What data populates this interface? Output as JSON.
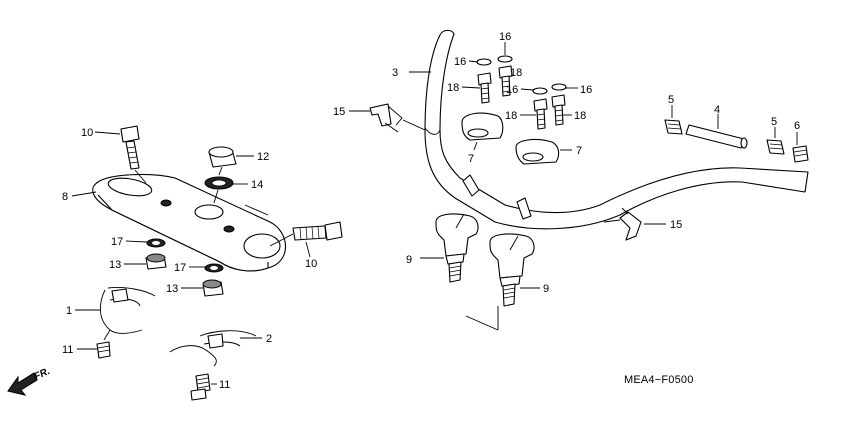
{
  "diagram": {
    "code": "MEA4−F0500",
    "direction_label": "FR.",
    "callouts": {
      "p1": "1",
      "p2": "2",
      "p3": "3",
      "p4": "4",
      "p5a": "5",
      "p5b": "5",
      "p6": "6",
      "p7a": "7",
      "p7b": "7",
      "p8": "8",
      "p9a": "9",
      "p9b": "9",
      "p10a": "10",
      "p10b": "10",
      "p11a": "11",
      "p11b": "11",
      "p12": "12",
      "p13a": "13",
      "p13b": "13",
      "p14": "14",
      "p15a": "15",
      "p15b": "15",
      "p16a": "16",
      "p16b": "16",
      "p16c": "16",
      "p16d": "16",
      "p17a": "17",
      "p17b": "17",
      "p18a": "18",
      "p18b": "18",
      "p18c": "18",
      "p18d": "18"
    }
  }
}
